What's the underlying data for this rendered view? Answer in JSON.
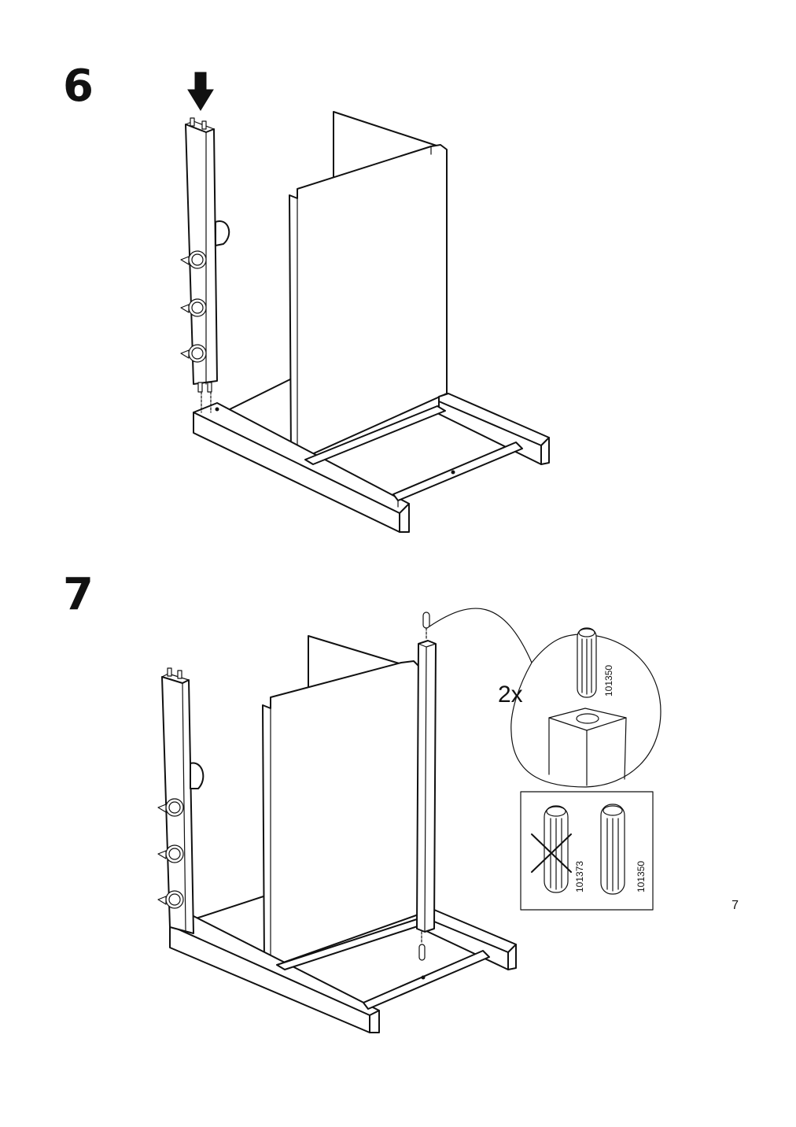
{
  "steps": [
    {
      "number": "6"
    },
    {
      "number": "7",
      "quantity": "2x",
      "dowel_code": "101350"
    }
  ],
  "dowel_check": {
    "wrong_code": "101373",
    "right_code": "101350"
  },
  "page_number": "7"
}
